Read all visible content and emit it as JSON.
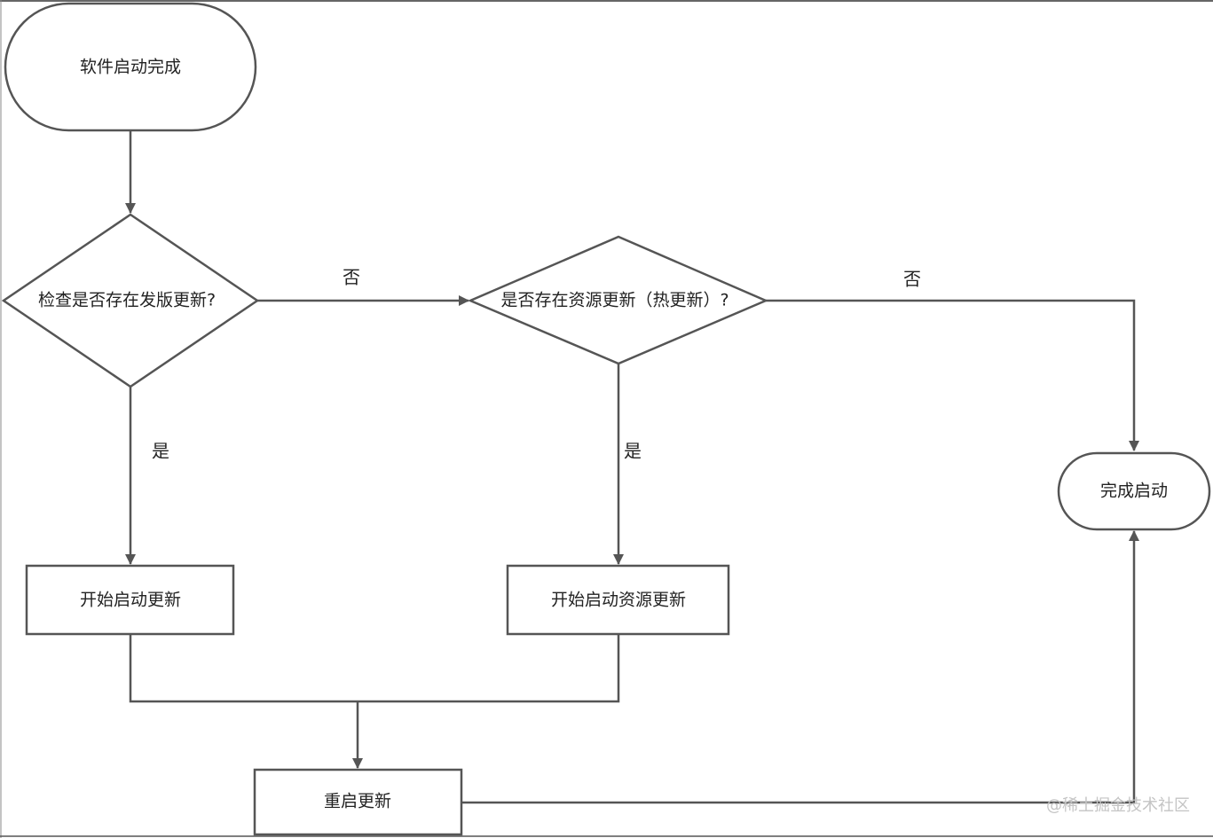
{
  "nodes": {
    "start": "软件启动完成",
    "check_release": "检查是否存在发版更新?",
    "check_hot": "是否存在资源更新（热更新）?",
    "finish": "完成启动",
    "start_update": "开始启动更新",
    "start_resource_update": "开始启动资源更新",
    "restart": "重启更新"
  },
  "edge_labels": {
    "release_no": "否",
    "hot_no": "否",
    "release_yes": "是",
    "hot_yes": "是"
  },
  "watermark": "@稀土掘金技术社区"
}
